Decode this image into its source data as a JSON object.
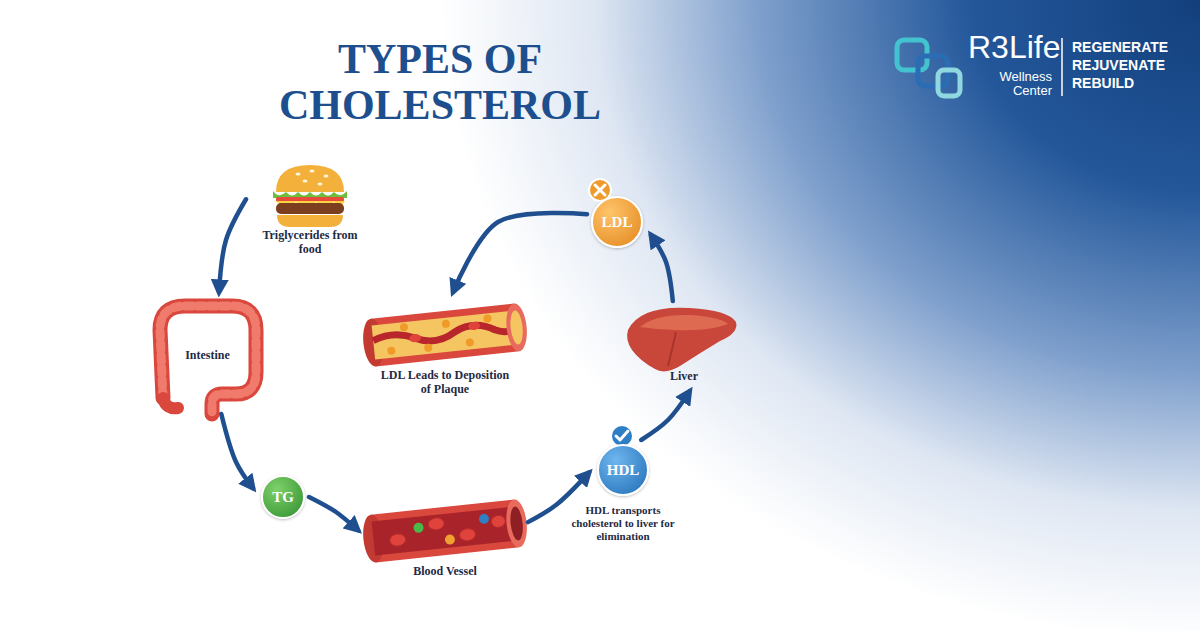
{
  "diagram": {
    "title": "TYPES OF CHOLESTEROL",
    "nodes": [
      {
        "text": [
          "Triglycerides from food"
        ]
      },
      {
        "text": [
          "Intestine"
        ]
      },
      {
        "text": [
          "TG"
        ]
      },
      {
        "text": [
          "Blood Vessel"
        ]
      },
      {
        "text": [
          "HDL",
          "HDL transports cholesterol to liver for elimination"
        ]
      },
      {
        "text": [
          "Liver"
        ]
      },
      {
        "text": [
          "LDL"
        ]
      },
      {
        "text": [
          "LDL Leads to Deposition of Plaque"
        ]
      }
    ],
    "edges": [
      {
        "from": 0,
        "to": 1,
        "arrow": "to"
      },
      {
        "from": 1,
        "to": 2,
        "arrow": "to"
      },
      {
        "from": 2,
        "to": 3,
        "arrow": "to"
      },
      {
        "from": 3,
        "to": 4,
        "arrow": "to"
      },
      {
        "from": 4,
        "to": 5,
        "arrow": "to"
      },
      {
        "from": 5,
        "to": 6,
        "arrow": "to"
      },
      {
        "from": 6,
        "to": 7,
        "arrow": "to"
      }
    ],
    "labels": [
      "R3Life",
      "Wellness Center",
      "REGENERATE",
      "REJUVENATE",
      "REBUILD"
    ]
  }
}
